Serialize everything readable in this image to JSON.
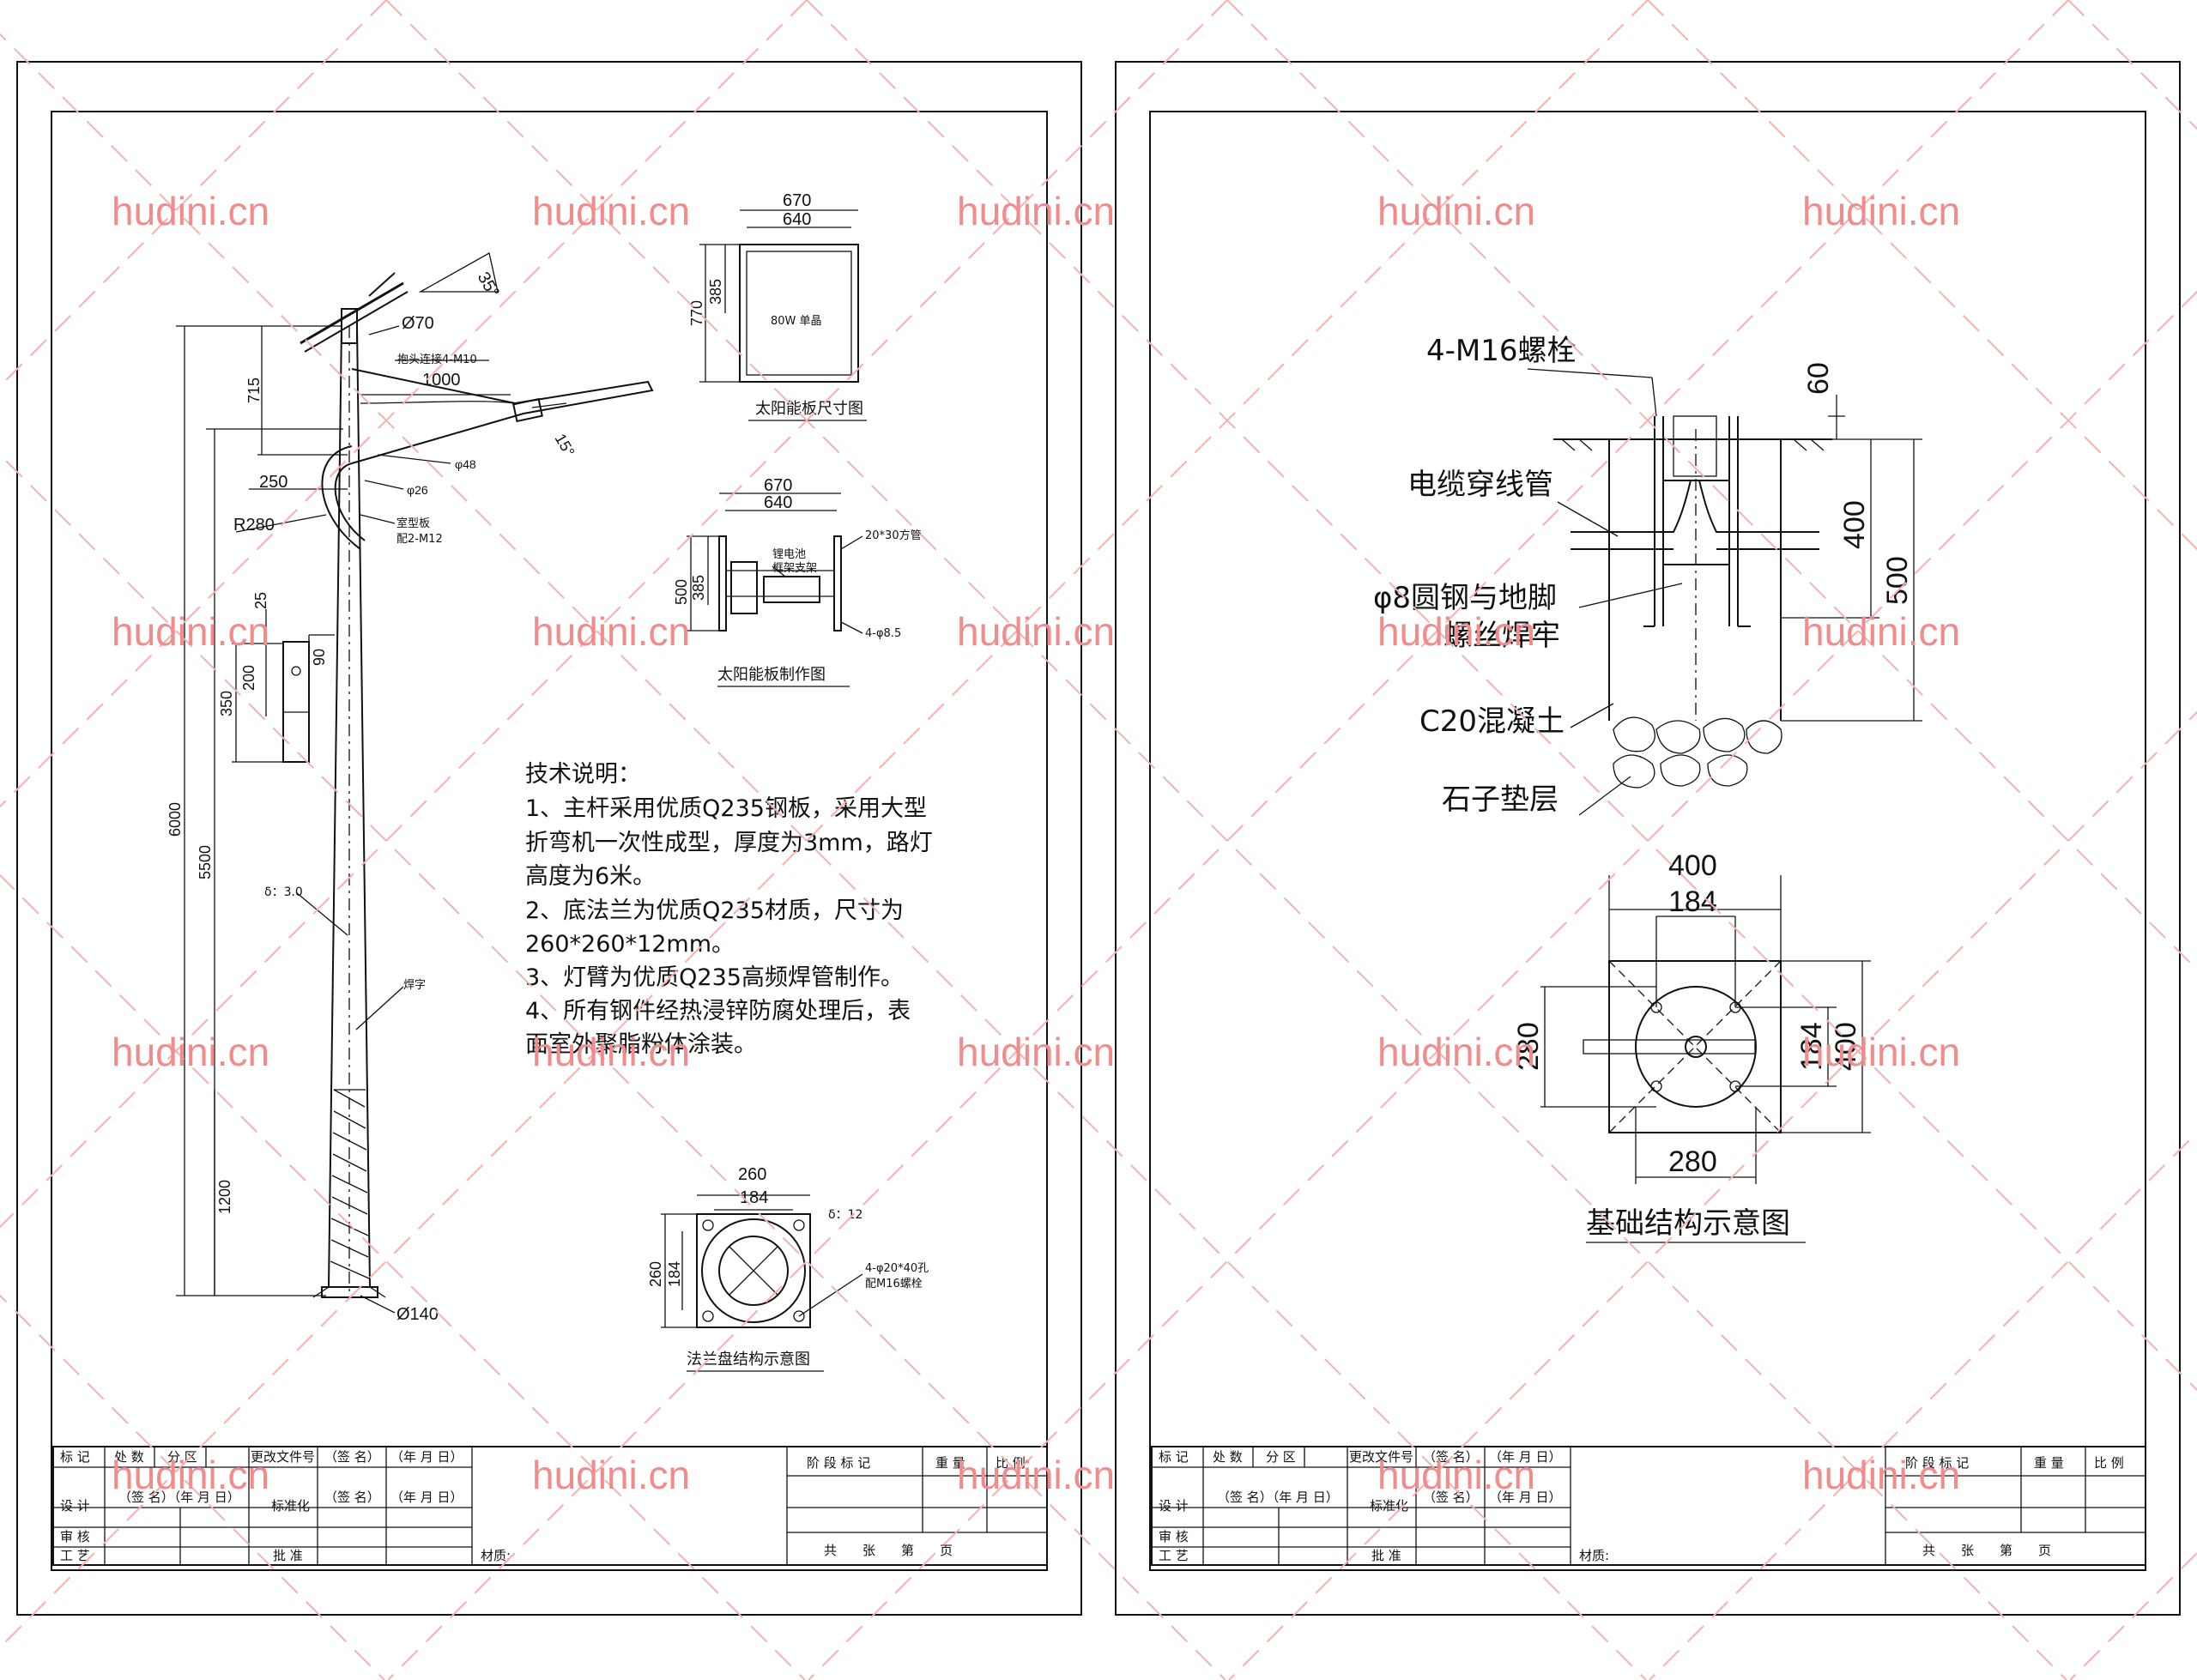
{
  "watermark": {
    "text": "hudini.cn"
  },
  "left_sheet": {
    "pole": {
      "lamp_angle": "35°",
      "arm_angle": "15°",
      "top_diameter": "Ø70",
      "bottom_diameter": "Ø140",
      "bolt_note": "抱头连接4-M10",
      "arm_length": "1000",
      "arm_height": "715",
      "arm_offset": "250",
      "arm_radius": "R280",
      "arm_pipe_48": "φ48",
      "arm_pipe_26": "φ26",
      "stiffener_note": "室型板",
      "stiffener_note2": "配2-M12",
      "total_height": "6000",
      "light_height": "5500",
      "base_height": "1200",
      "thickness": "δ：3.0",
      "weld_note": "焊字",
      "door_25": "25",
      "door_200": "200",
      "door_90": "90",
      "door_350": "350"
    },
    "panel_size": {
      "caption": "太阳能板尺寸图",
      "outer_width": "670",
      "inner_width": "640",
      "outer_height": "770",
      "inner_height": "385",
      "panel_label": "80W 单晶"
    },
    "panel_make": {
      "caption": "太阳能板制作图",
      "outer_width": "670",
      "inner_width": "640",
      "outer_height": "500",
      "inner_height": "385",
      "tube_note": "20*30方管",
      "hole_note": "4-φ8.5",
      "battery_note1": "锂电池",
      "battery_note2": "框架支架"
    },
    "tech_notes": {
      "title": "技术说明：",
      "lines": [
        "1、主杆采用优质Q235钢板，采用大型",
        "折弯机一次性成型，厚度为3mm，路灯",
        "高度为6米。",
        "2、底法兰为优质Q235材质，尺寸为",
        "260*260*12mm。",
        "3、灯臂为优质Q235高频焊管制作。",
        "4、所有钢件经热浸锌防腐处理后，表",
        "面室外聚脂粉体涂装。"
      ]
    },
    "flange": {
      "caption": "法兰盘结构示意图",
      "outer_width": "260",
      "inner_width": "184",
      "outer_height": "260",
      "inner_height": "184",
      "thickness": "δ：12",
      "hole_note1": "4-φ20*40孔",
      "hole_note2": "配M16螺栓"
    }
  },
  "right_sheet": {
    "foundation": {
      "bolt_label": "4-M16螺栓",
      "cable_label": "电缆穿线管",
      "steel_label1": "φ8圆钢与地脚",
      "steel_label2": "螺丝焊牢",
      "concrete_label": "C20混凝土",
      "gravel_label": "石子垫层",
      "dim_60": "60",
      "dim_400": "400",
      "dim_500": "500"
    },
    "plan": {
      "caption": "基础结构示意图",
      "top_outer": "400",
      "top_inner": "184",
      "left_dim": "280",
      "right_inner": "184",
      "right_outer": "400",
      "bottom_dim": "280"
    }
  },
  "title_block": {
    "row1": [
      "标 记",
      "处 数",
      "分 区",
      "更改文件号",
      "（签 名）",
      "（年 月 日）"
    ],
    "row2": [
      "设 计",
      "（签 名）（年 月 日）",
      "标准化",
      "（签 名）",
      "（年 月 日）"
    ],
    "row3": [
      "审 核"
    ],
    "row4": [
      "工 艺",
      "批 准"
    ],
    "material": "材质:",
    "stage_mark": "阶 段 标 记",
    "weight": "重 量",
    "scale": "比 例",
    "sheets": "共　　张　　第　　页"
  },
  "title_block_right": {
    "stage_mark": "阶 段 标 记",
    "weight": "重 量",
    "scale": "比 例"
  }
}
